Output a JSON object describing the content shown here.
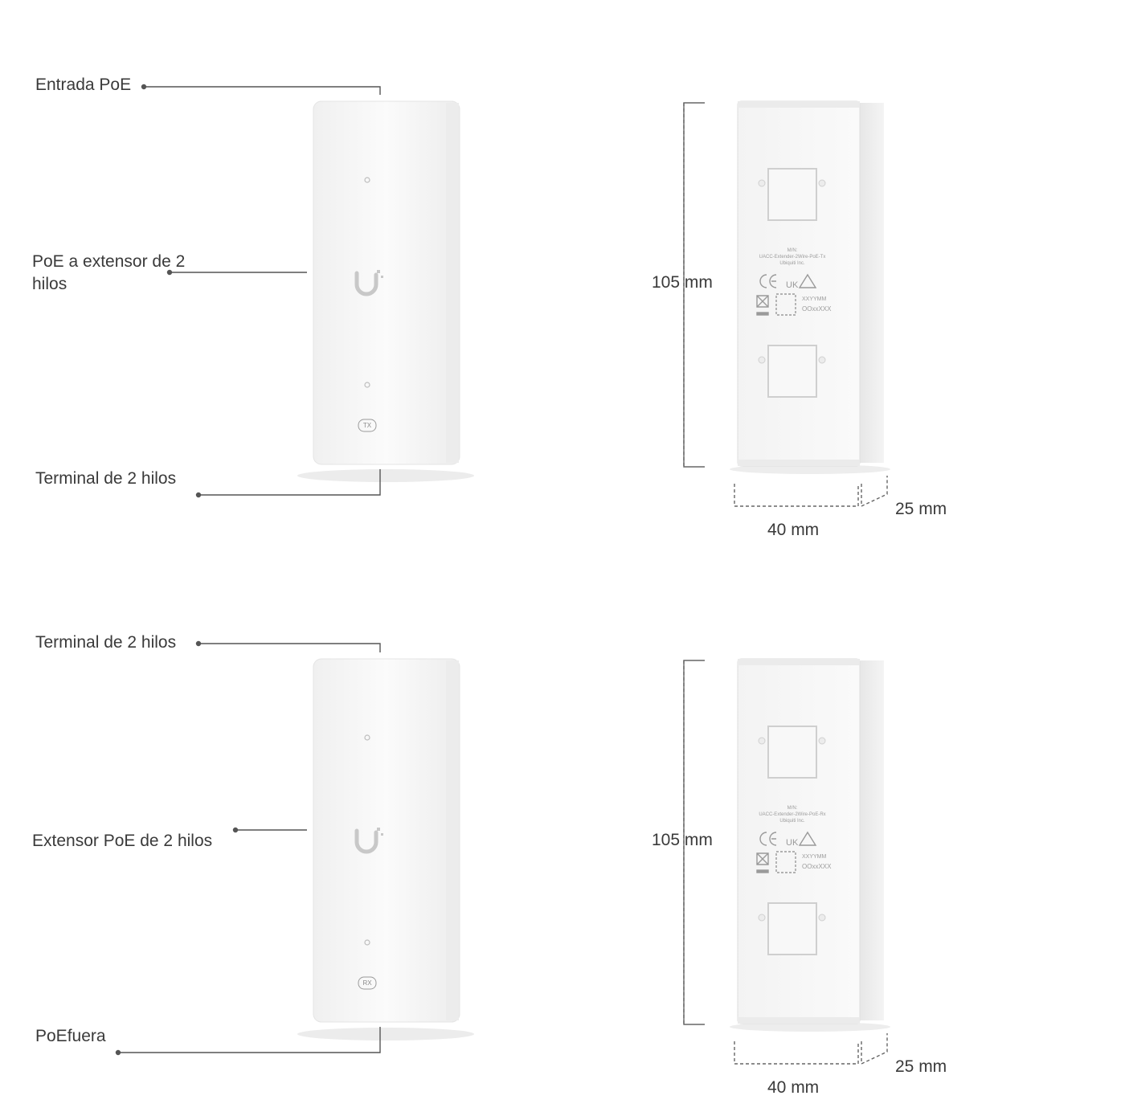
{
  "top": {
    "callouts": {
      "input": "Entrada PoE",
      "device": "PoE a extensor de 2 hilos",
      "output": "Terminal de 2 hilos"
    },
    "badge": "TX",
    "dimensions": {
      "height": "105 mm",
      "width": "40 mm",
      "depth": "25 mm"
    },
    "back_label": {
      "mn": "M/N:",
      "model": "UACC-Extender-2Wire-PoE-Tx",
      "maker": "Ubiquiti Inc.",
      "date": "XXYYMM",
      "serial": "OOxxXXX"
    }
  },
  "bottom": {
    "callouts": {
      "input": "Terminal de 2 hilos",
      "device": "Extensor PoE de 2 hilos",
      "output": "PoEfuera"
    },
    "badge": "RX",
    "dimensions": {
      "height": "105 mm",
      "width": "40 mm",
      "depth": "25 mm"
    },
    "back_label": {
      "mn": "M/N:",
      "model": "UACC-Extender-2Wire-PoE-Rx",
      "maker": "Ubiquiti Inc.",
      "date": "XXYYMM",
      "serial": "OOxxXXX"
    }
  },
  "colors": {
    "device_body": "#f6f6f6",
    "device_edge": "#e3e3e3",
    "leader_line": "#555555",
    "dimension_line": "#666666"
  }
}
